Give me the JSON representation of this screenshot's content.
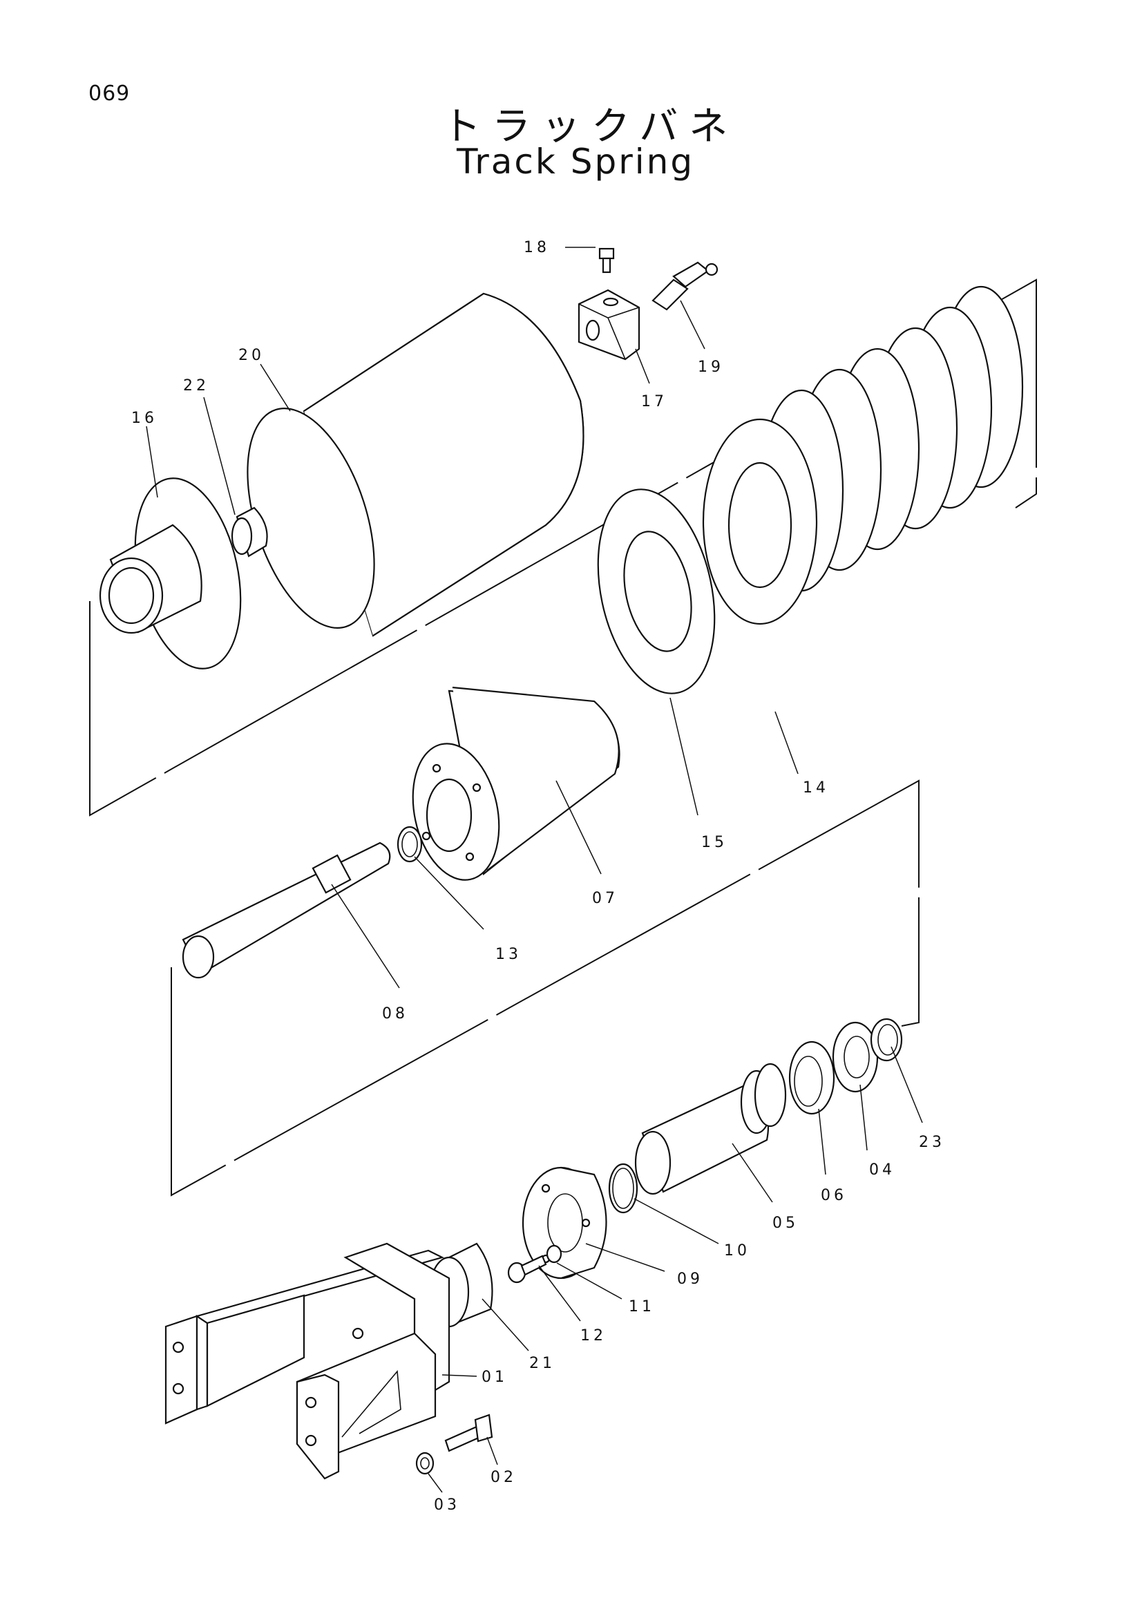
{
  "page": {
    "number": "069"
  },
  "title": {
    "japanese": "トラックバネ",
    "english": "Track Spring"
  },
  "parts": [
    {
      "id": "01"
    },
    {
      "id": "02"
    },
    {
      "id": "03"
    },
    {
      "id": "04"
    },
    {
      "id": "05"
    },
    {
      "id": "06"
    },
    {
      "id": "07"
    },
    {
      "id": "08"
    },
    {
      "id": "09"
    },
    {
      "id": "10"
    },
    {
      "id": "11"
    },
    {
      "id": "12"
    },
    {
      "id": "13"
    },
    {
      "id": "14"
    },
    {
      "id": "15"
    },
    {
      "id": "16"
    },
    {
      "id": "17"
    },
    {
      "id": "18"
    },
    {
      "id": "19"
    },
    {
      "id": "20"
    },
    {
      "id": "21"
    },
    {
      "id": "22"
    },
    {
      "id": "23"
    }
  ]
}
